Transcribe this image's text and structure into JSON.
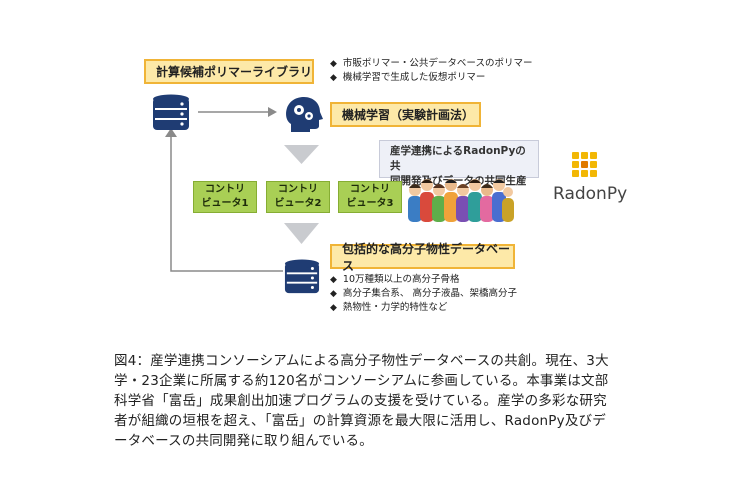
{
  "library": {
    "title": "計算候補ポリマーライブラリ",
    "notes": [
      "市販ポリマー・公共データベースのポリマー",
      "機械学習で生成した仮想ポリマー"
    ]
  },
  "ml": {
    "title": "機械学習（実験計画法）"
  },
  "contributors": [
    {
      "line1": "コントリ",
      "line2": "ビュータ1"
    },
    {
      "line1": "コントリ",
      "line2": "ビュータ2"
    },
    {
      "line1": "コントリ",
      "line2": "ビュータ3"
    }
  ],
  "collaboration": {
    "line1": "産学連携によるRadonPyの共",
    "line2": "同開発及びデータの共同生産"
  },
  "database": {
    "title": "包括的な高分子物性データベース",
    "notes": [
      "10万種類以上の高分子骨格",
      "高分子集合系、 高分子液晶、架橋高分子",
      "熱物性・力学的特性など"
    ]
  },
  "logo": {
    "name": "RadonPy"
  },
  "caption": "図4：産学連携コンソーシアムによる高分子物性データベースの共創。現在、3大\n学・23企業に所属する約120名がコンソーシアムに参画している。本事業は文部\n科学省「富岳」成果創出加速プログラムの支援を受けている。産学の多彩な研究\n者が組織の垣根を超え、「富岳」の計算資源を最大限に活用し、RadonPy及びデ\nータベースの共同開発に取り組んでいる。"
}
